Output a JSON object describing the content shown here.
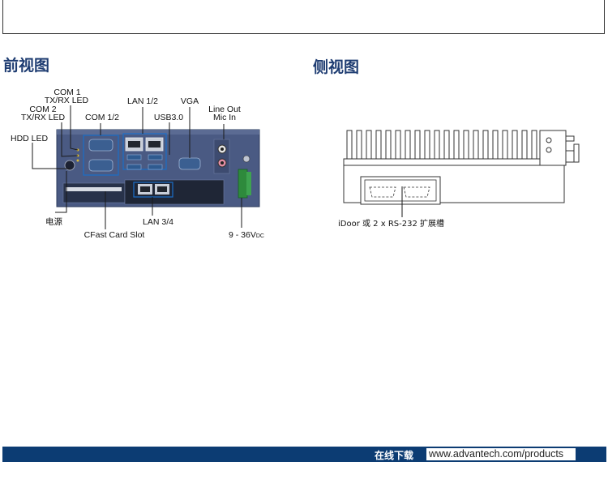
{
  "sections": {
    "front_title": "前视图",
    "side_title": "侧视图"
  },
  "front_labels": {
    "com1_led_line1": "COM 1",
    "com1_led_line2": "TX/RX LED",
    "com2_led_line1": "COM 2",
    "com2_led_line2": "TX/RX LED",
    "hdd_led": "HDD LED",
    "com12": "COM 1/2",
    "lan12": "LAN 1/2",
    "usb30": "USB3.0",
    "vga": "VGA",
    "line_out": "Line Out",
    "mic_in": "Mic In",
    "power": "电源",
    "cfast": "CFast Card Slot",
    "lan34": "LAN 3/4",
    "dc_input": "9 - 36V",
    "dc_sub": "DC"
  },
  "side_labels": {
    "idoor": "iDoor 或 2 x RS-232 扩展槽"
  },
  "footer": {
    "download_label": "在线下载",
    "url": "www.advantech.com/products"
  },
  "colors": {
    "title_blue": "#1f3d72",
    "footer_blue": "#0c3c73",
    "chassis_blue": "#4a5a83",
    "chassis_dark": "#2e3c5e",
    "connector_blue": "#2f5a8f"
  }
}
